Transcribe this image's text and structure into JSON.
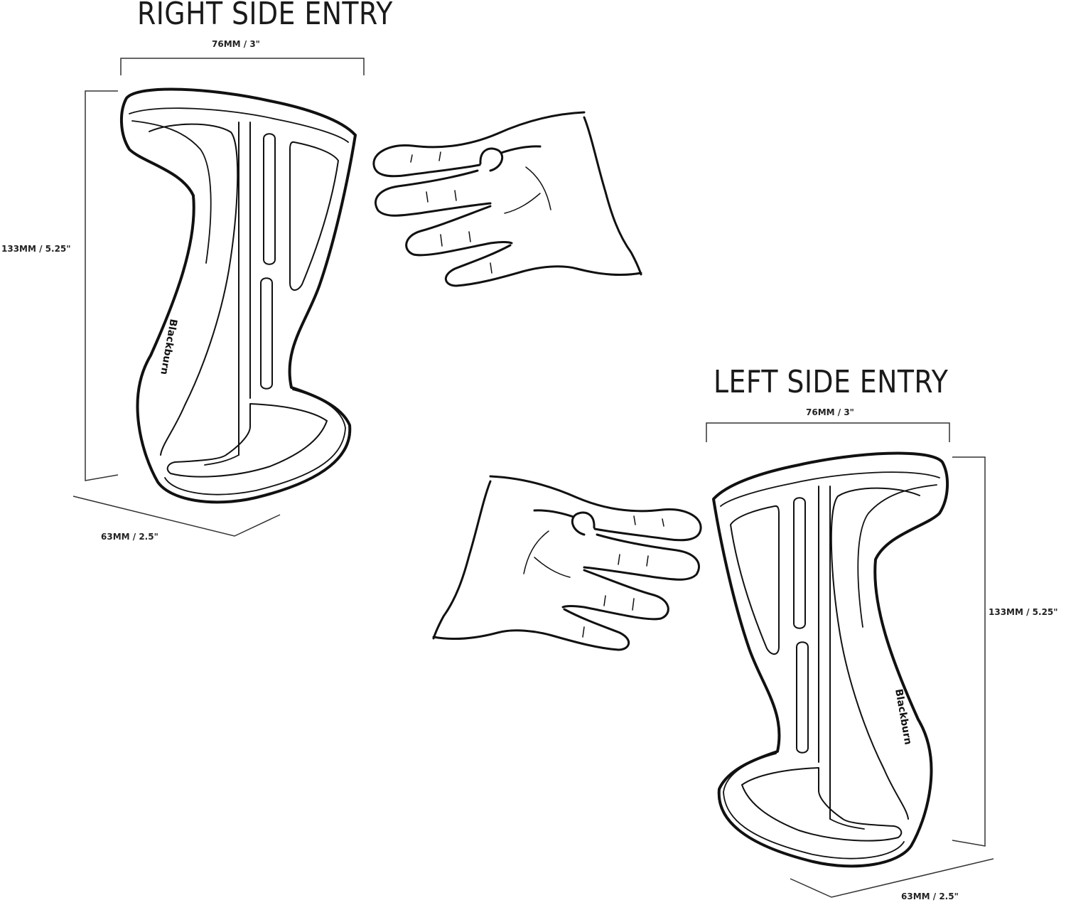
{
  "right_panel": {
    "title": "RIGHT SIDE ENTRY",
    "width_label": "76MM / 3\"",
    "height_label": "133MM / 5.25\"",
    "depth_label": "63MM / 2.5\"",
    "brand_text": "Blackburn"
  },
  "left_panel": {
    "title": "LEFT SIDE ENTRY",
    "width_label": "76MM / 3\"",
    "height_label": "133MM / 5.25\"",
    "depth_label": "63MM / 2.5\"",
    "brand_text": "Blackburn"
  },
  "colors": {
    "line": "#111111",
    "dim_line": "#333333",
    "background": "#ffffff"
  }
}
